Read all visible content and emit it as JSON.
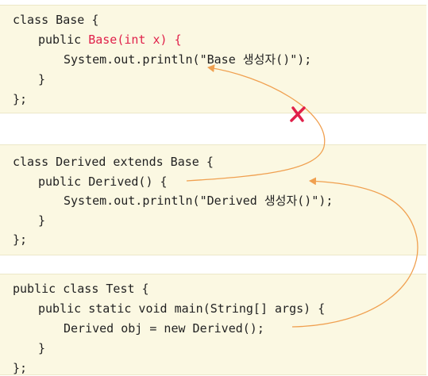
{
  "colors": {
    "block_background": "#fbf8e2",
    "text": "#222222",
    "highlight": "#e0204a",
    "arrow": "#f0a050",
    "cross": "#e0204a"
  },
  "base": {
    "line1": "class Base {",
    "line2_prefix": "public ",
    "line2_highlight": "Base(int x) {",
    "line3": "System.out.println(\"Base 생성자()\");",
    "line4": "}",
    "line5": "};"
  },
  "derived": {
    "line1": "class Derived extends Base {",
    "line2": "public Derived() {",
    "line3": "System.out.println(\"Derived 생성자()\");",
    "line4": "}",
    "line5": "};"
  },
  "test": {
    "line1": "public class Test {",
    "line2": "public static void main(String[] args) {",
    "line3": "Derived obj = new Derived();",
    "line4": "}",
    "line5": "};"
  },
  "arrows": {
    "derived_to_base": "blocked",
    "test_to_derived": "call",
    "cross_icon": "x-mark-icon"
  }
}
